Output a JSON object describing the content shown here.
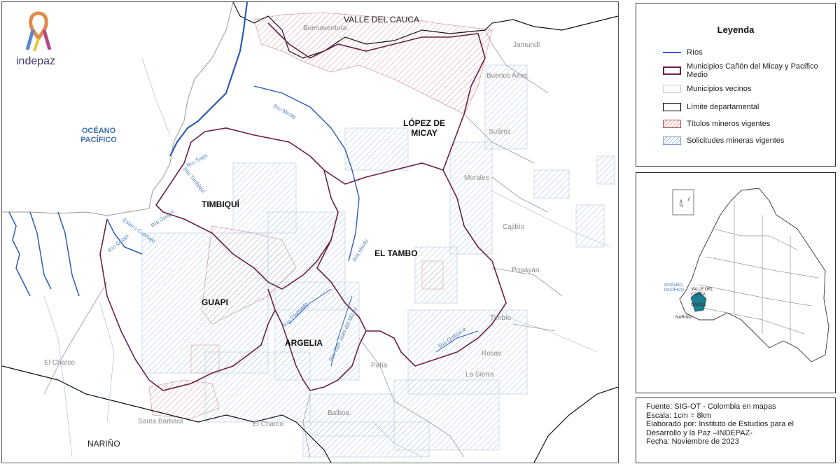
{
  "logo": {
    "text": "indepaz"
  },
  "map": {
    "departments": {
      "valle": "VALLE DEL CAUCA",
      "narino": "NARIÑO"
    },
    "ocean": "OCÉANO PACÍFICO",
    "municipios": {
      "lopez": "LÓPEZ DE MICAY",
      "timbiqui": "TIMBIQUÍ",
      "el_tambo": "EL TAMBO",
      "guapi": "GUAPI",
      "argelia": "ARGELIA"
    },
    "places": {
      "buenaventura": "Buenaventura",
      "jamundi": "Jamundí",
      "buenos_aires": "Buenos Aires",
      "suarez": "Suárez",
      "morales": "Morales",
      "cajibio": "Cajibío",
      "popayan": "Popayán",
      "timbio": "Timbío",
      "rosas": "Rosas",
      "la_sierra": "La Sierra",
      "patia": "Patía",
      "balboa": "Balboa",
      "el_charco": "El Charco",
      "el_charco_2": "El Charco",
      "santa_barbara": "Santa Bárbara"
    },
    "rivers": {
      "micay": "Río Micay",
      "saija": "Río Saija",
      "timbiqui": "Río Timbiquí",
      "guajui": "Río Guajuí",
      "guapi": "Río Guapi",
      "esterocuanaje": "Estero Cuanaje",
      "micay2": "Río Micay",
      "plateado": "Río Plateado",
      "san_juan": "Río San Juan del Micay",
      "quilcace": "Río Quilcacé"
    }
  },
  "legend": {
    "title": "Leyenda",
    "items": [
      {
        "key": "rios",
        "label": "Ríos"
      },
      {
        "key": "municipios",
        "label": "Municipios Cañón del Micay y Pacífico Medio"
      },
      {
        "key": "vecinos",
        "label": "Municipios vecinos"
      },
      {
        "key": "limite",
        "label": "Límite departamental"
      },
      {
        "key": "titulos",
        "label": "Títulos mineros vigentes"
      },
      {
        "key": "solicitudes",
        "label": "Solicitudes mineras vigentes"
      }
    ]
  },
  "inset": {
    "labels": {
      "oceano": "OCÉANO PACÍFICO",
      "valle": "VALLE DEL CAUCA",
      "cauca": "CAUCA",
      "narino": "NARIÑO"
    }
  },
  "source": {
    "lines": [
      "Fuente: SIG-OT  - Colombia en mapas",
      "Escala: 1cm = 8km",
      "Elaborado por: Instituto de Estudios para el",
      "Desarrollo y la Paz –INDEPAZ-",
      "Fecha: Noviembre de 2023"
    ]
  },
  "colors": {
    "rios": "#2a5bb5",
    "municipios": "#6b1f45",
    "titulos": "#c97a7a",
    "solicitudes": "#8fb0d6",
    "limite": "#000000"
  }
}
